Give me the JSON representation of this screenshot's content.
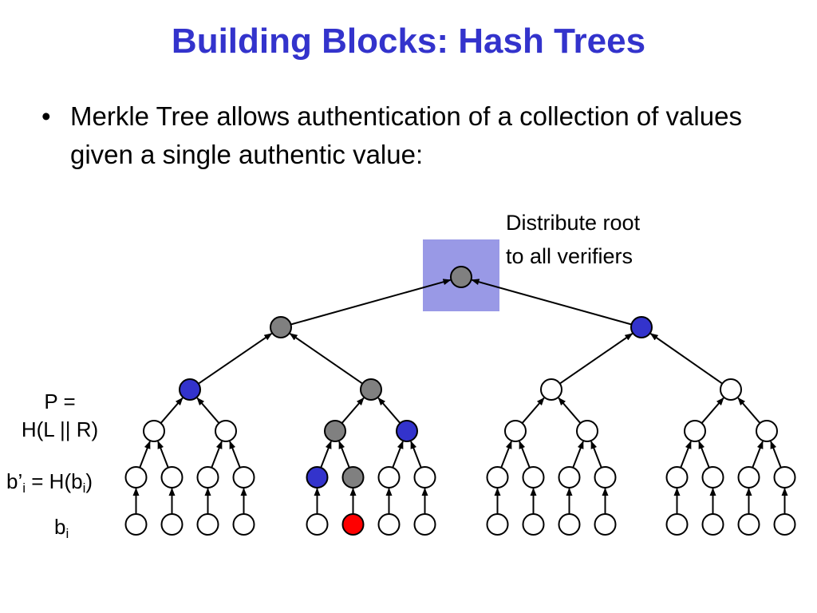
{
  "title": "Building Blocks: Hash Trees",
  "bullet": {
    "symbol": "•",
    "text": "Merkle Tree allows authentication of a collection of values given a single authentic value:"
  },
  "callout": {
    "line1": "Distribute root",
    "line2": "to all verifiers"
  },
  "labels": {
    "p_line1": "P =",
    "p_line2": "H(L || R)",
    "bprime_prefix": "b’",
    "bprime_sub": "i",
    "bprime_mid": " = H(b",
    "bprime_sub2": "i",
    "bprime_suffix": ")",
    "b_base": "b",
    "b_sub": "i"
  },
  "colors": {
    "title": "#3333cc",
    "root_highlight": "#9999e6",
    "blue_node": "#3333cc",
    "gray_node": "#808080",
    "red_node": "#ff0000",
    "white_node": "#ffffff",
    "stroke": "#000000"
  },
  "tree": {
    "depth": 5,
    "leaf_count": 16,
    "path_leaf_index": 5,
    "root": "gray",
    "level1": [
      "gray",
      "blue"
    ],
    "level2": [
      "blue",
      "gray",
      "white",
      "white"
    ],
    "level3": [
      "white",
      "white",
      "gray",
      "blue",
      "white",
      "white",
      "white",
      "white"
    ],
    "level4": [
      "white",
      "white",
      "white",
      "white",
      "blue",
      "gray",
      "white",
      "white",
      "white",
      "white",
      "white",
      "white",
      "white",
      "white",
      "white",
      "white"
    ],
    "leaves": [
      "white",
      "white",
      "white",
      "white",
      "white",
      "red",
      "white",
      "white",
      "white",
      "white",
      "white",
      "white",
      "white",
      "white",
      "white",
      "white"
    ]
  }
}
